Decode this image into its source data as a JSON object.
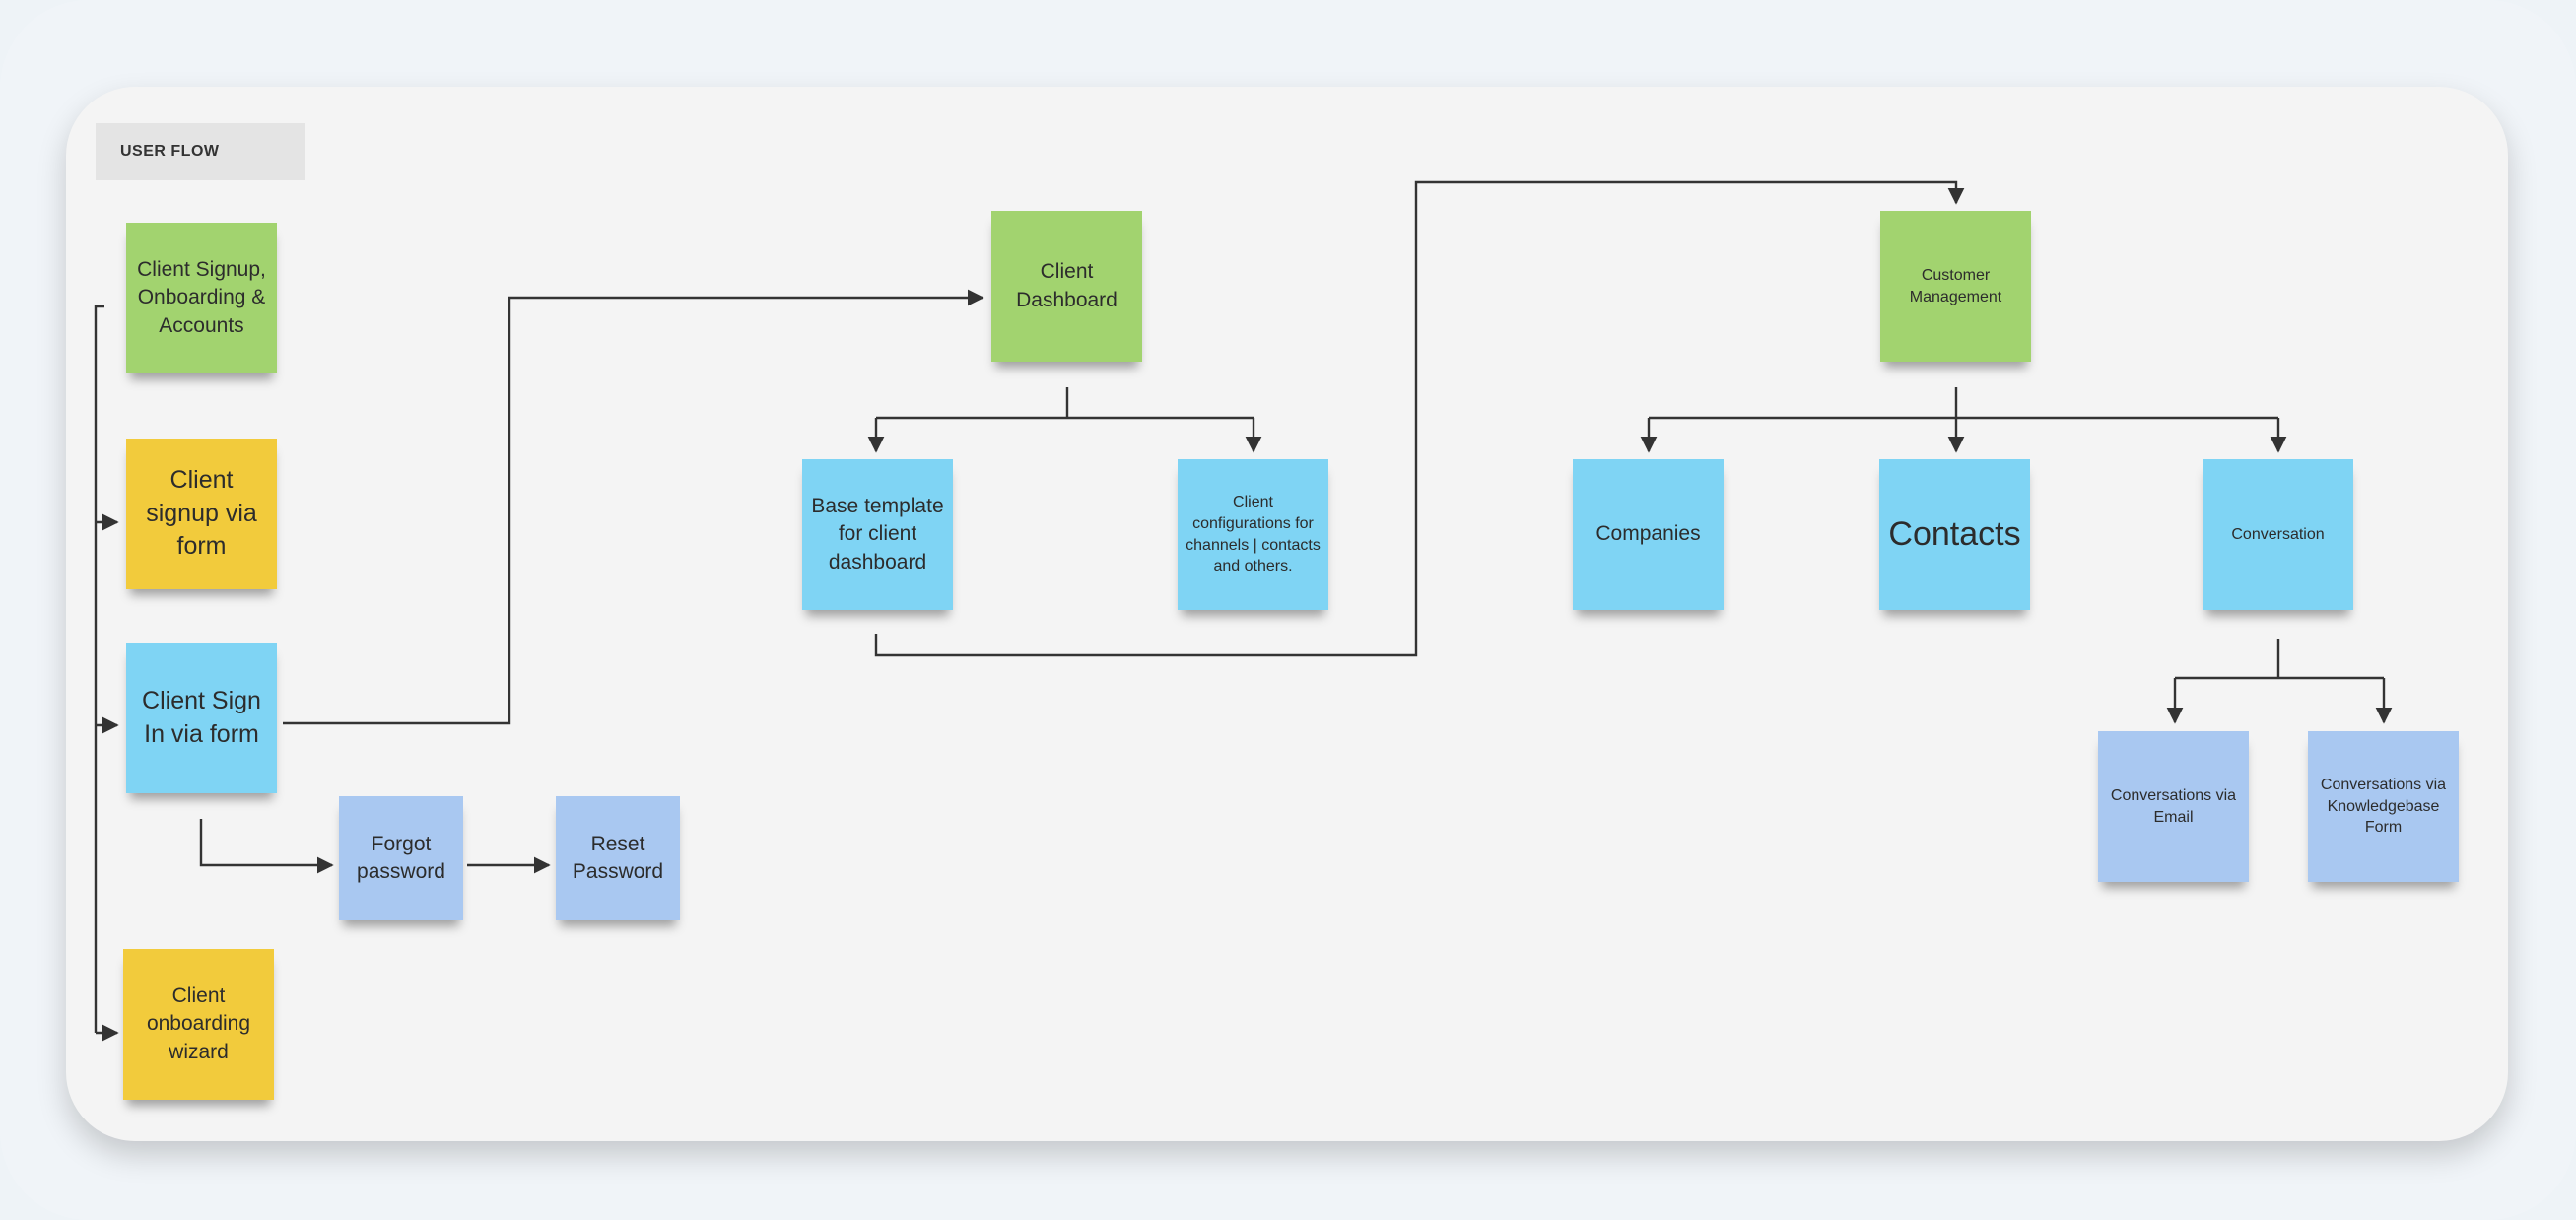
{
  "board": {
    "label": "USER FLOW"
  },
  "notes": {
    "client_signup_onboarding_accounts": "Client Signup, Onboarding & Accounts",
    "client_signup_via_form": "Client signup via form",
    "client_sign_in_via_form": "Client Sign In via form",
    "forgot_password": "Forgot password",
    "reset_password": "Reset Password",
    "client_onboarding_wizard": "Client onboarding wizard",
    "client_dashboard": "Client Dashboard",
    "base_template": "Base template for client dashboard",
    "client_configurations": "Client configurations for channels | contacts and others.",
    "customer_management": "Customer Management",
    "companies": "Companies",
    "contacts": "Contacts",
    "conversation": "Conversation",
    "conversations_via_email": "Conversations via Email",
    "conversations_via_knowledgebase_form": "Conversations via Knowledgebase Form"
  },
  "colors": {
    "green": "#a2d36f",
    "yellow": "#f2cb3c",
    "cyan": "#7fd4f4",
    "lavender": "#a9c8f1",
    "connector": "#333333"
  }
}
